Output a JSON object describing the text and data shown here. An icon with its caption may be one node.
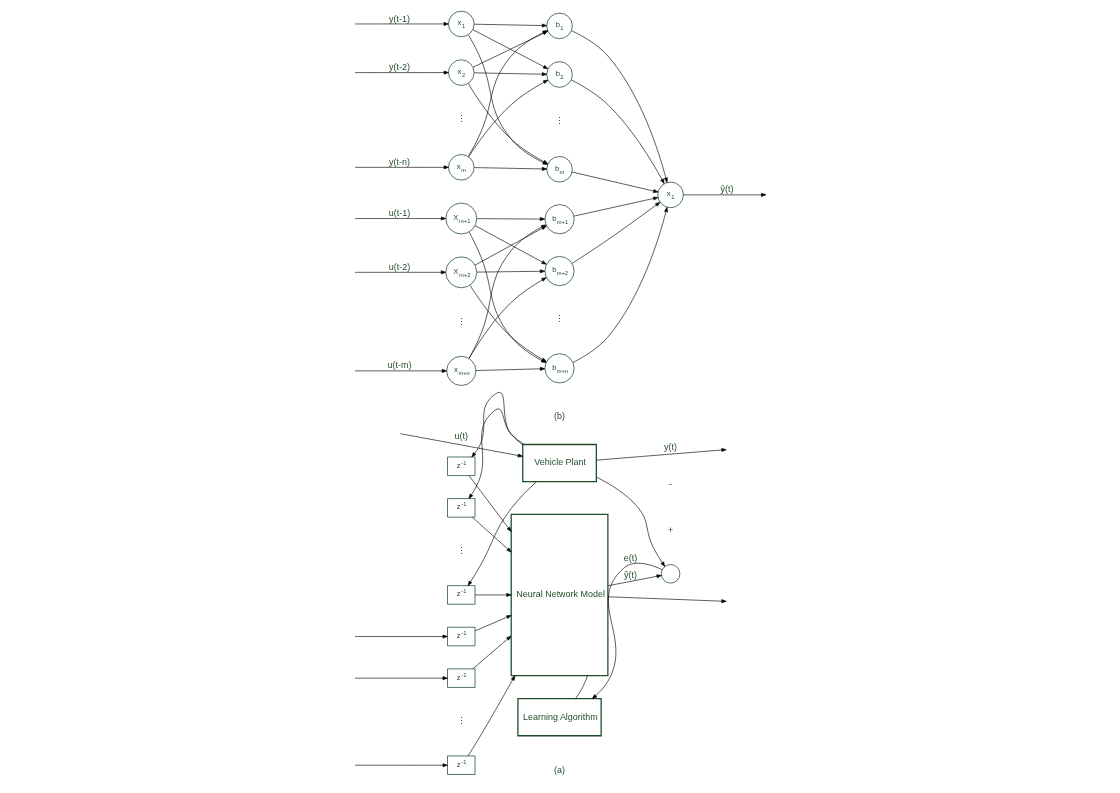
{
  "diagram": {
    "nodes": [
      {
        "text": [
          "Vehicle Plant"
        ]
      },
      {
        "text": [
          "z$^{-1}$"
        ]
      },
      {
        "text": [
          "z$^{-1}$"
        ]
      },
      {
        "text": [
          "z$^{-1}$"
        ]
      },
      {
        "text": [
          "z$^{-1}$"
        ]
      },
      {
        "text": [
          "z$^{-1}$"
        ]
      },
      {
        "text": [
          "z$^{-1}$"
        ]
      },
      {
        "text": [
          "Neural Network Model"
        ]
      },
      {
        "text": [],
        "shape": "circle"
      },
      {
        "text": [
          "Learning Algorithm"
        ]
      },
      {
        "text": [
          "x$_{1}$"
        ]
      },
      {
        "text": [
          "x$_{2}$"
        ]
      },
      {
        "text": [
          "x$_{m}$"
        ]
      },
      {
        "text": [
          "X$_{m+1}$"
        ]
      },
      {
        "text": [
          "X$_{m+2}$"
        ]
      },
      {
        "text": [
          "x$_{m+n}$"
        ]
      },
      {
        "text": [
          "b$_{1}$"
        ]
      },
      {
        "text": [
          "b$_{2}$"
        ]
      },
      {
        "text": [
          "b$_{m}$"
        ]
      },
      {
        "text": [
          "b$_{m+1}$"
        ]
      },
      {
        "text": [
          "b$_{m+2}$"
        ]
      },
      {
        "text": [
          "b$_{m+n}$"
        ]
      },
      {
        "text": [
          "x$_{1}$"
        ]
      }
    ],
    "edges": [
      {
        "from": 0,
        "to": null,
        "arrow": "to",
        "label": "y(t)"
      },
      {
        "from": null,
        "to": 0,
        "arrow": "to",
        "label": "u(t)"
      },
      {
        "from": null,
        "to": 4,
        "arrow": "to"
      },
      {
        "from": null,
        "to": 5,
        "arrow": "to"
      },
      {
        "from": null,
        "to": 6,
        "arrow": "to"
      },
      {
        "from": 0,
        "to": 1,
        "arrow": "to"
      },
      {
        "from": 0,
        "to": 2,
        "arrow": "to"
      },
      {
        "from": 0,
        "to": 3,
        "arrow": "to"
      },
      {
        "from": 0,
        "to": 8,
        "arrow": "to"
      },
      {
        "from": 1,
        "to": 7,
        "arrow": "to"
      },
      {
        "from": 2,
        "to": 7,
        "arrow": "to"
      },
      {
        "from": 3,
        "to": 7,
        "arrow": "to"
      },
      {
        "from": 4,
        "to": 7,
        "arrow": "to"
      },
      {
        "from": 5,
        "to": 7,
        "arrow": "to"
      },
      {
        "from": 6,
        "to": 7,
        "arrow": "to"
      },
      {
        "from": 7,
        "to": 8,
        "arrow": "to",
        "label": "ŷ(t)"
      },
      {
        "from": 8,
        "to": 9,
        "arrow": "to",
        "label": "e(t)"
      },
      {
        "from": 9,
        "to": 7,
        "arrow": "none"
      },
      {
        "from": 7,
        "to": null,
        "arrow": "to"
      },
      {
        "from": null,
        "to": 10,
        "arrow": "to",
        "label": "y(t-1)"
      },
      {
        "from": null,
        "to": 11,
        "arrow": "to",
        "label": "y(t-2)"
      },
      {
        "from": null,
        "to": 12,
        "arrow": "to",
        "label": "y(t-n)"
      },
      {
        "from": null,
        "to": 13,
        "arrow": "to",
        "label": "u(t-1)"
      },
      {
        "from": null,
        "to": 14,
        "arrow": "to",
        "label": "u(t-2)"
      },
      {
        "from": null,
        "to": 15,
        "arrow": "to",
        "label": "u(t-m)"
      },
      {
        "from": 10,
        "to": 16,
        "arrow": "to"
      },
      {
        "from": 10,
        "to": 17,
        "arrow": "to"
      },
      {
        "from": 10,
        "to": 18,
        "arrow": "to"
      },
      {
        "from": 11,
        "to": 16,
        "arrow": "to"
      },
      {
        "from": 11,
        "to": 17,
        "arrow": "to"
      },
      {
        "from": 11,
        "to": 18,
        "arrow": "to"
      },
      {
        "from": 12,
        "to": 16,
        "arrow": "to"
      },
      {
        "from": 12,
        "to": 17,
        "arrow": "to"
      },
      {
        "from": 12,
        "to": 18,
        "arrow": "to"
      },
      {
        "from": 13,
        "to": 19,
        "arrow": "to"
      },
      {
        "from": 13,
        "to": 20,
        "arrow": "to"
      },
      {
        "from": 13,
        "to": 21,
        "arrow": "to"
      },
      {
        "from": 14,
        "to": 19,
        "arrow": "to"
      },
      {
        "from": 14,
        "to": 20,
        "arrow": "to"
      },
      {
        "from": 14,
        "to": 21,
        "arrow": "to"
      },
      {
        "from": 15,
        "to": 19,
        "arrow": "to"
      },
      {
        "from": 15,
        "to": 20,
        "arrow": "to"
      },
      {
        "from": 15,
        "to": 21,
        "arrow": "to"
      },
      {
        "from": 16,
        "to": 22,
        "arrow": "to"
      },
      {
        "from": 17,
        "to": 22,
        "arrow": "to"
      },
      {
        "from": 18,
        "to": 22,
        "arrow": "to"
      },
      {
        "from": 19,
        "to": 22,
        "arrow": "to"
      },
      {
        "from": 20,
        "to": 22,
        "arrow": "to"
      },
      {
        "from": 21,
        "to": 22,
        "arrow": "to"
      },
      {
        "from": 22,
        "to": null,
        "arrow": "to",
        "label": "ŷ(t)"
      }
    ],
    "labels": [
      "⋮",
      "⋮",
      "+",
      "-",
      "⋮",
      "⋮",
      "⋮",
      "⋮",
      "(a)",
      "(b)"
    ]
  }
}
